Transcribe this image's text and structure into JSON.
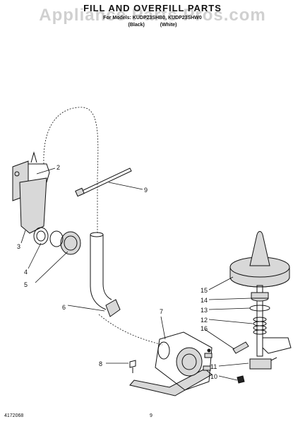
{
  "header": {
    "title": "FILL AND OVERFILL PARTS",
    "models": "For Models: KUDP23SHB0, KUDP23SHW0",
    "variant_black": "(Black)",
    "variant_white": "(White)"
  },
  "watermark": "Appliance Parts Pros.com",
  "footer": {
    "doc_number": "4172068",
    "page_number": "9"
  },
  "callouts": [
    "2",
    "9",
    "3",
    "4",
    "5",
    "6",
    "7",
    "8",
    "15",
    "14",
    "13",
    "12",
    "16",
    "11",
    "10"
  ]
}
